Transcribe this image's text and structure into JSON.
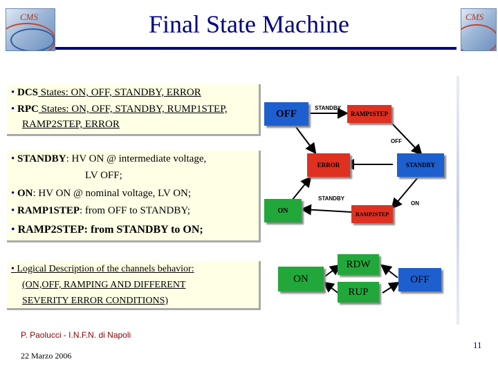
{
  "title": "Final State Machine",
  "logo_left": {
    "text": "CMS"
  },
  "logo_right": {
    "text": "CMS"
  },
  "box1": {
    "line1_bold": "DCS",
    "line1_rest": " States: ON, OFF, STANDBY, ERROR",
    "line2_bold": "RPC",
    "line2_rest": " States: ON, OFF, STANDBY, RUMP1STEP,",
    "line3": "RAMP2STEP, ERROR"
  },
  "box2": {
    "l1_bold": "STANDBY",
    "l1_rest": ": HV ON @ intermediate voltage,",
    "l2": "LV OFF;",
    "l3_bold": "ON",
    "l3_rest": ": HV ON @ nominal voltage, LV ON;",
    "l4_bold": "RAMP1STEP",
    "l4_rest": ": from OFF to STANDBY;",
    "l5_bold": "RAMP2STEP",
    "l5_rest": ": from STANDBY to ON;"
  },
  "box3": {
    "l1": "Logical Description of the channels behavior:",
    "l2": "(ON,OFF, RAMPING AND DIFFERENT",
    "l3": "SEVERITY ERROR CONDITIONS)"
  },
  "fsm": {
    "states": {
      "off": "OFF",
      "ramp1step": "RAMP1STEP",
      "error": "ERROR",
      "standby": "STANDBY",
      "on": "ON",
      "ramp2step": "RAMP2STEP"
    },
    "labels": {
      "standby_top": "STANDBY",
      "off_right": "OFF",
      "standby_mid": "STANDBY",
      "on_right": "ON"
    },
    "colors": {
      "blue": "#1e5fd0",
      "red": "#e03020",
      "green": "#22a83a",
      "arrow": "#000000"
    }
  },
  "simple": {
    "on": "ON",
    "rdw": "RDW",
    "rup": "RUP",
    "off": "OFF"
  },
  "footer": {
    "author": "P. Paolucci - I.N.F.N. di Napoli",
    "date": "22 Marzo 2006",
    "page": "11"
  }
}
